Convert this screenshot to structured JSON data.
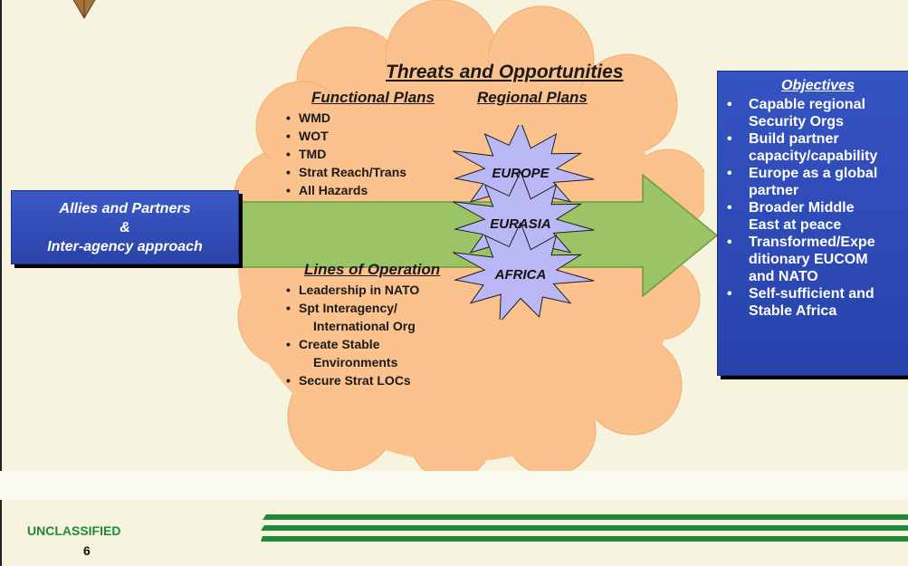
{
  "colors": {
    "cloud": "#fcc28e",
    "arrow": "#9bc467",
    "box": "#2f4db8",
    "star": "#b9b8f4",
    "footer_green": "#1f8a3a",
    "background": "#f6f3de"
  },
  "header": {
    "title": "Threats and Opportunities"
  },
  "functional": {
    "title": "Functional Plans",
    "items": [
      [
        "WMD"
      ],
      [
        "WOT"
      ],
      [
        "TMD"
      ],
      [
        "Strat Reach/Trans"
      ],
      [
        "All Hazards"
      ]
    ]
  },
  "regional": {
    "title": "Regional Plans",
    "regions": [
      "EUROPE",
      "EURASIA",
      "AFRICA"
    ]
  },
  "operations": {
    "title": "Lines of Operation",
    "items": [
      [
        "Leadership in NATO"
      ],
      [
        "Spt Interagency/",
        "International Org"
      ],
      [
        "Create Stable",
        "Environments"
      ],
      [
        "Secure Strat LOCs"
      ]
    ]
  },
  "allies": {
    "lines": [
      "Allies and Partners",
      "&",
      "Inter-agency approach"
    ]
  },
  "objectives": {
    "title": "Objectives",
    "items": [
      [
        "Capable regional",
        "Security  Orgs"
      ],
      [
        "Build partner",
        "capacity/capability"
      ],
      [
        "Europe as a global",
        "partner"
      ],
      [
        "Broader Middle",
        "East at peace"
      ],
      [
        "Transformed/Expe",
        "ditionary EUCOM",
        "and NATO"
      ],
      [
        "Self-sufficient and",
        "Stable Africa"
      ]
    ]
  },
  "footer": {
    "classification": "UNCLASSIFIED",
    "page_number": "6"
  },
  "icons": {
    "emblem": "emblem-icon",
    "bullet": "bullet-icon"
  }
}
